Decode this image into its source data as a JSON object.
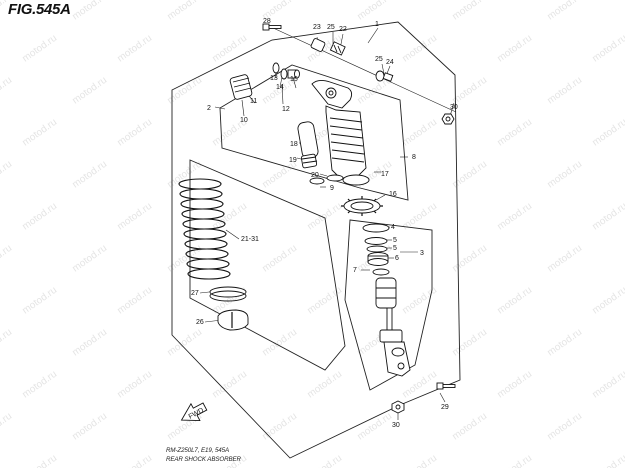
{
  "figure": {
    "title": "FIG.545A",
    "caption_model": "RM-Z250L7, E19, 545A",
    "caption_name": "REAR SHOCK ABSORBER"
  },
  "watermark": {
    "text": "motod.ru"
  },
  "fwd_arrow": {
    "label": "FWD"
  },
  "callouts": [
    "28",
    "23",
    "25",
    "22",
    "1",
    "25",
    "24",
    "13",
    "15",
    "14",
    "11",
    "12",
    "10",
    "2",
    "30",
    "18",
    "19",
    "20",
    "9",
    "17",
    "8",
    "16",
    "4",
    "5",
    "5",
    "3",
    "6",
    "7",
    "21-31",
    "27",
    "26",
    "29",
    "30"
  ]
}
